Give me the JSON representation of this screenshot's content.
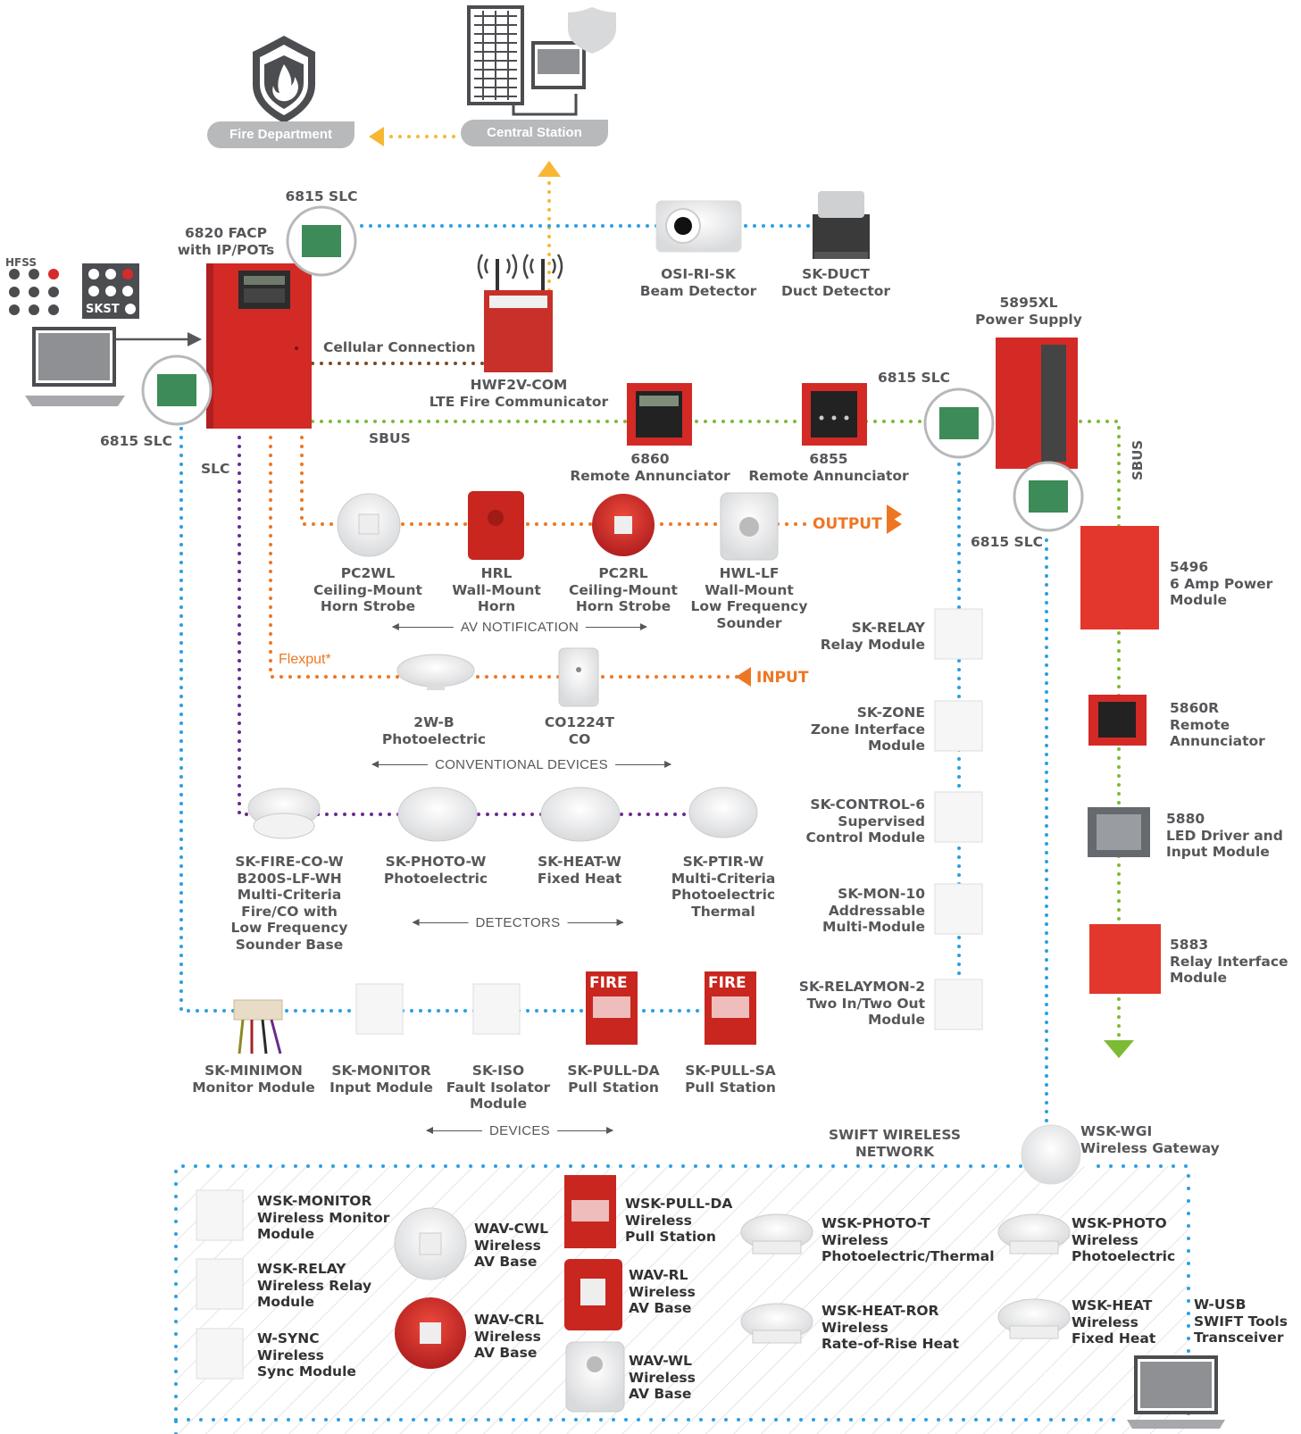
{
  "colors": {
    "blue": "#2b9fe0",
    "green": "#7dbb34",
    "orange": "#ee7623",
    "purple": "#6a2a8c",
    "brown": "#7a4a23",
    "yellow": "#f7b733",
    "red": "#d62b2b",
    "gray_text": "#55575a"
  },
  "top": {
    "fire_department": "Fire Department",
    "central_station": "Central Station"
  },
  "panel": {
    "facp_line1": "6820 FACP",
    "facp_line2": "with IP/POTs",
    "slc_top": "6815 SLC",
    "slc_left": "6815 SLC",
    "hfss": "HFSS",
    "skst": "SKST",
    "cellular": "Cellular Connection",
    "comm_line1": "HWF2V-COM",
    "comm_line2": "LTE Fire Communicator",
    "sbus": "SBUS",
    "slc": "SLC",
    "flexput": "Flexput*"
  },
  "beam": {
    "line1": "OSI-RI-SK",
    "line2": "Beam Detector"
  },
  "duct": {
    "line1": "SK-DUCT",
    "line2": "Duct Detector"
  },
  "annunciators": [
    {
      "line1": "6860",
      "line2": "Remote Annunciator"
    },
    {
      "line1": "6855",
      "line2": "Remote Annunciator"
    }
  ],
  "power": {
    "slc_a": "6815 SLC",
    "slc_b": "6815 SLC",
    "line1": "5895XL",
    "line2": "Power Supply",
    "sbus": "SBUS"
  },
  "av": {
    "devices": [
      {
        "line1": "PC2WL",
        "line2": "Ceiling-Mount",
        "line3": "Horn Strobe"
      },
      {
        "line1": "HRL",
        "line2": "Wall-Mount",
        "line3": "Horn"
      },
      {
        "line1": "PC2RL",
        "line2": "Ceiling-Mount",
        "line3": "Horn Strobe"
      },
      {
        "line1": "HWL-LF",
        "line2": "Wall-Mount",
        "line3": "Low Frequency",
        "line4": "Sounder"
      }
    ],
    "output": "OUTPUT",
    "caption": "AV NOTIFICATION"
  },
  "conventional": {
    "devices": [
      {
        "line1": "2W-B",
        "line2": "Photoelectric"
      },
      {
        "line1": "CO1224T",
        "line2": "CO"
      }
    ],
    "input": "INPUT",
    "caption": "CONVENTIONAL DEVICES"
  },
  "detectors": {
    "devices": [
      {
        "lines": [
          "SK-FIRE-CO-W",
          "B200S-LF-WH",
          "Multi-Criteria",
          "Fire/CO with",
          "Low Frequency",
          "Sounder Base"
        ]
      },
      {
        "lines": [
          "SK-PHOTO-W",
          "Photoelectric"
        ]
      },
      {
        "lines": [
          "SK-HEAT-W",
          "Fixed Heat"
        ]
      },
      {
        "lines": [
          "SK-PTIR-W",
          "Multi-Criteria",
          "Photoelectric",
          "Thermal"
        ]
      }
    ],
    "caption": "DETECTORS"
  },
  "devices": {
    "items": [
      {
        "lines": [
          "SK-MINIMON",
          "Monitor Module"
        ]
      },
      {
        "lines": [
          "SK-MONITOR",
          "Input Module"
        ]
      },
      {
        "lines": [
          "SK-ISO",
          "Fault Isolator",
          "Module"
        ]
      },
      {
        "lines": [
          "SK-PULL-DA",
          "Pull Station"
        ]
      },
      {
        "lines": [
          "SK-PULL-SA",
          "Pull Station"
        ]
      }
    ],
    "caption": "DEVICES",
    "fire": "FIRE"
  },
  "modules": [
    {
      "lines": [
        "SK-RELAY",
        "Relay Module"
      ]
    },
    {
      "lines": [
        "SK-ZONE",
        "Zone Interface",
        "Module"
      ]
    },
    {
      "lines": [
        "SK-CONTROL-6",
        "Supervised",
        "Control Module"
      ]
    },
    {
      "lines": [
        "SK-MON-10",
        "Addressable",
        "Multi-Module"
      ]
    },
    {
      "lines": [
        "SK-RELAYMON-2",
        "Two In/Two Out",
        "Module"
      ]
    }
  ],
  "sbus_chain": [
    {
      "lines": [
        "5496",
        "6 Amp Power",
        "Module"
      ]
    },
    {
      "lines": [
        "5860R",
        "Remote",
        "Annunciator"
      ]
    },
    {
      "lines": [
        "5880",
        "LED Driver and",
        "Input Module"
      ]
    },
    {
      "lines": [
        "5883",
        "Relay Interface",
        "Module"
      ]
    }
  ],
  "wireless": {
    "network": [
      "SWIFT WIRELESS",
      "NETWORK"
    ],
    "gateway": [
      "WSK-WGI",
      "Wireless Gateway"
    ],
    "items": [
      {
        "lines": [
          "WSK-MONITOR",
          "Wireless Monitor",
          "Module"
        ]
      },
      {
        "lines": [
          "WSK-RELAY",
          "Wireless Relay",
          "Module"
        ]
      },
      {
        "lines": [
          "W-SYNC",
          "Wireless",
          "Sync Module"
        ]
      },
      {
        "lines": [
          "WAV-CWL",
          "Wireless",
          "AV Base"
        ]
      },
      {
        "lines": [
          "WAV-CRL",
          "Wireless",
          "AV Base"
        ]
      },
      {
        "lines": [
          "WSK-PULL-DA",
          "Wireless",
          "Pull Station"
        ]
      },
      {
        "lines": [
          "WAV-RL",
          "Wireless",
          "AV Base"
        ]
      },
      {
        "lines": [
          "WAV-WL",
          "Wireless",
          "AV Base"
        ]
      },
      {
        "lines": [
          "WSK-PHOTO-T",
          "Wireless",
          "Photoelectric/Thermal"
        ]
      },
      {
        "lines": [
          "WSK-HEAT-ROR",
          "Wireless",
          "Rate-of-Rise Heat"
        ]
      },
      {
        "lines": [
          "WSK-PHOTO",
          "Wireless",
          "Photoelectric"
        ]
      },
      {
        "lines": [
          "WSK-HEAT",
          "Wireless",
          "Fixed Heat"
        ]
      }
    ],
    "usb": [
      "W-USB",
      "SWIFT Tools",
      "Transceiver"
    ]
  }
}
